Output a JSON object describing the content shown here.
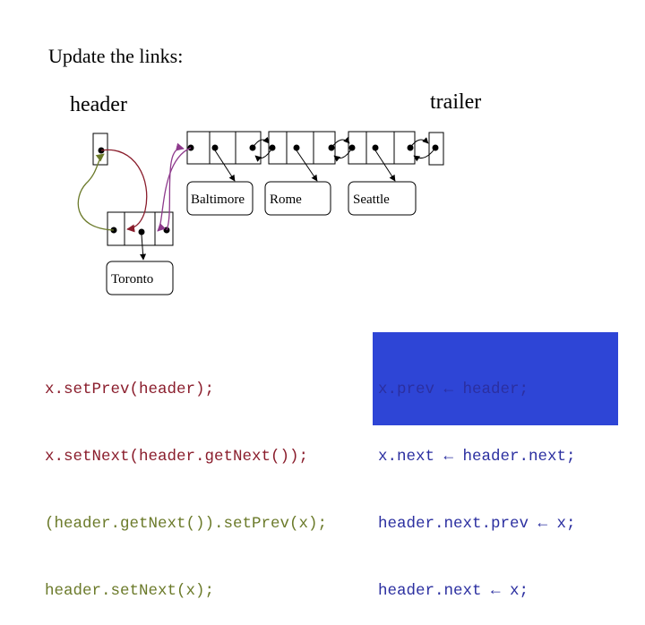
{
  "title": "Update the links:",
  "labels": {
    "header": "header",
    "trailer": "trailer"
  },
  "cities": [
    "Baltimore",
    "Rome",
    "Seattle",
    "Toronto"
  ],
  "code_left": [
    "x.setPrev(header);",
    "x.setNext(header.getNext());",
    "(header.getNext()).setPrev(x);",
    "header.setNext(x);"
  ],
  "code_right": [
    "x.prev ← header;",
    "x.next ← header.next;",
    "header.next.prev ← x;",
    "header.next ← x;"
  ],
  "colors": {
    "code_box": "#2e45d6",
    "arrow_red": "#8a1d2c",
    "arrow_green": "#6b7a2a",
    "arrow_purple": "#8e3a8c"
  }
}
